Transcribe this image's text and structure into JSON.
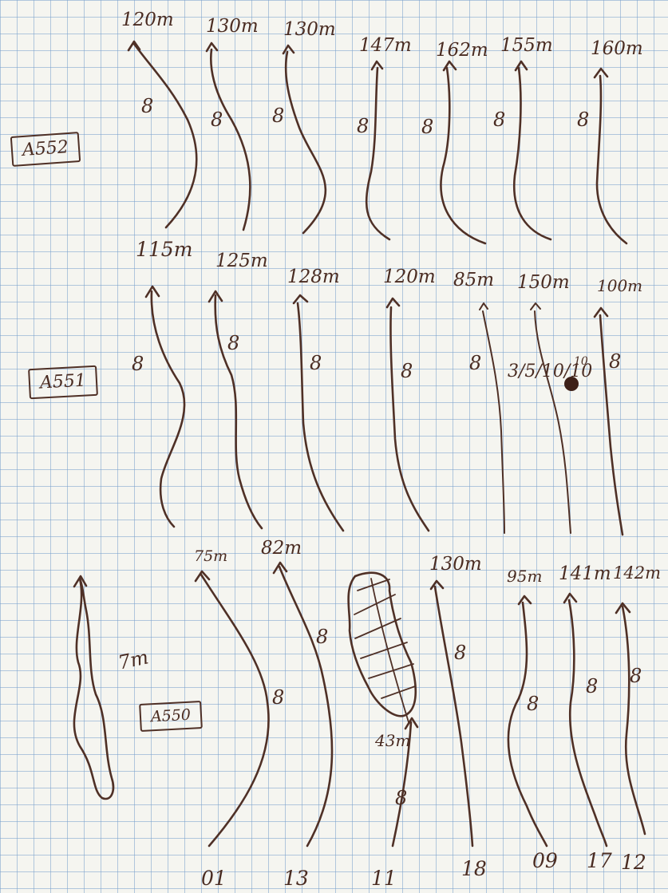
{
  "sections": [
    {
      "label": "A552",
      "lengths": [
        "120m",
        "130m",
        "130m",
        "147m",
        "162m",
        "155m",
        "160m"
      ]
    },
    {
      "label": "A551",
      "lengths": [
        "115m",
        "125m",
        "128m",
        "120m",
        "85m",
        "150m",
        "100m"
      ],
      "note": "3/5/10/10",
      "note_small": "10"
    },
    {
      "label": "A550",
      "lengths": [
        "75m",
        "82m",
        "43m",
        "130m",
        "95m",
        "141m",
        "142m"
      ],
      "side_note": "7m"
    }
  ],
  "x_marker": "8",
  "bottom_labels": [
    "01",
    "13",
    "11",
    "18",
    "09",
    "17",
    "12"
  ],
  "colors": {
    "ink": "#4f3026",
    "grid": "#78a0cd",
    "paper": "#f5f5f0"
  }
}
